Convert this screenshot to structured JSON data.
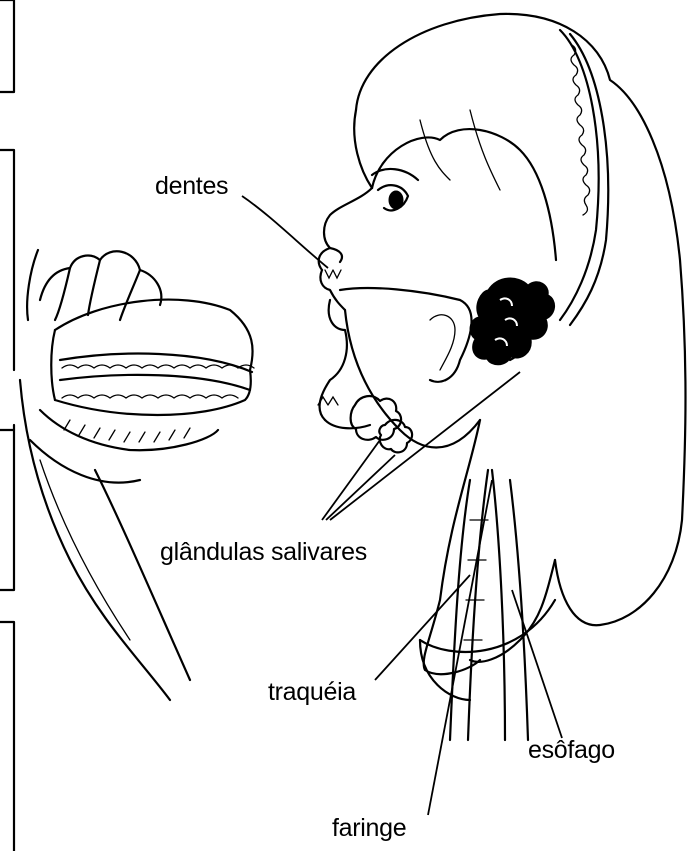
{
  "labels": {
    "teeth": "dentes",
    "salivary_glands": "glândulas salivares",
    "trachea": "traquéia",
    "esophagus": "esôfago",
    "pharynx": "faringe"
  }
}
